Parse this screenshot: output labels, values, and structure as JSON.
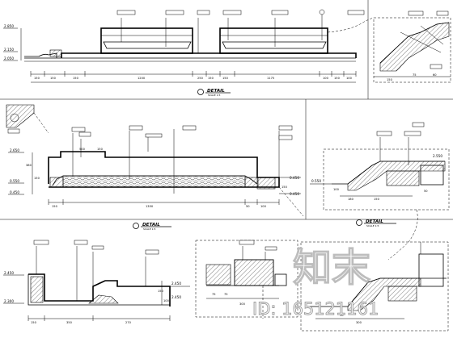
{
  "titles": {
    "detail": "DETAIL",
    "scale": "SCALE 1:5"
  },
  "levels": {
    "top_section": [
      "2.850",
      "2.150",
      "2.050"
    ],
    "mid_section": [
      "2.650",
      "0.550",
      "0.450",
      "0.450",
      "0.550",
      "0.450"
    ],
    "right_detail": "0.550",
    "right_detail_b": "2.550",
    "bottom_section": [
      "2.450",
      "2.300",
      "2.450",
      "2.450"
    ]
  },
  "dimensions": {
    "top_row": [
      "150",
      "150",
      "150",
      "1200",
      "250",
      "150",
      "150",
      "1175",
      "100",
      "150",
      "100",
      "150"
    ],
    "top_detail": [
      "150",
      "75",
      "60"
    ],
    "mid_row": [
      "150",
      "1350",
      "50",
      "100",
      "150"
    ],
    "mid_vertical": [
      "380",
      "150",
      "150"
    ],
    "mid_sub": [
      "500",
      "150"
    ],
    "right_detail": [
      "180",
      "150",
      "100",
      "50"
    ],
    "bottom_row": [
      "150",
      "350",
      "270"
    ],
    "bottom_vertical": [
      "150",
      "100",
      "150"
    ],
    "bottom_mid": [
      "75",
      "75",
      "300"
    ],
    "bottom_right": [
      "50",
      "300"
    ]
  },
  "watermark": {
    "brand": "知末",
    "id": "ID: 165121161"
  }
}
